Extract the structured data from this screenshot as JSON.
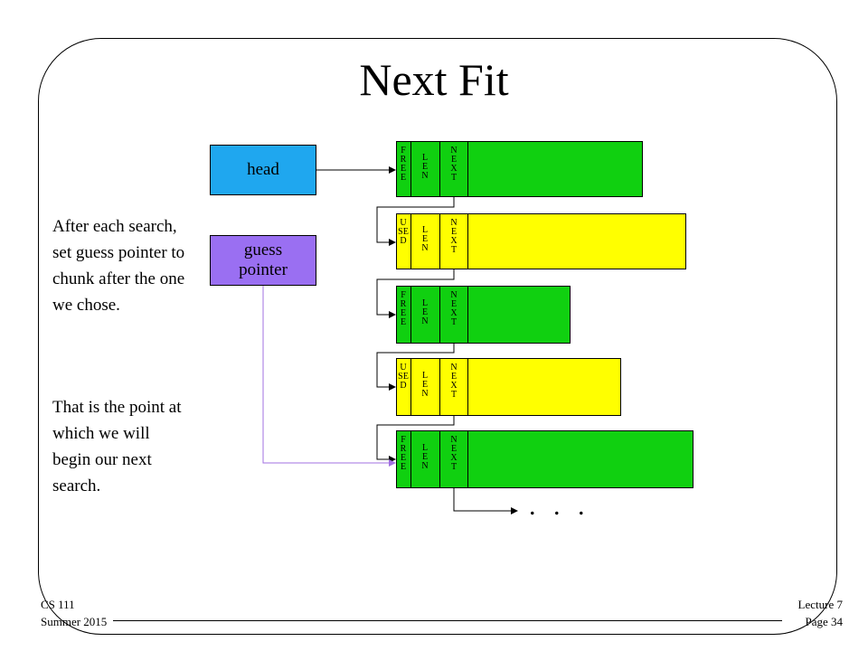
{
  "slide": {
    "title": "Next Fit",
    "head_label": "head",
    "guess_label": "guess pointer",
    "paragraph1": "After each search, set guess pointer to chunk after the one we chose.",
    "paragraph2": "That is the point at which we will begin our next search.",
    "ellipsis": ". . .",
    "footer_left": [
      "CS 111",
      "Summer 2015"
    ],
    "footer_right": [
      "Lecture 7",
      "Page 34"
    ]
  },
  "colors": {
    "free": "#10d010",
    "used": "#ffff00",
    "head": "#1fa7ef",
    "guess": "#9a6ff2",
    "arrow_guess": "#a070e0"
  },
  "chunks": [
    {
      "status": "FREE",
      "len": "LEN",
      "next": "NEXT"
    },
    {
      "status": "USED",
      "len": "LEN",
      "next": "NEXT"
    },
    {
      "status": "FREE",
      "len": "LEN",
      "next": "NEXT"
    },
    {
      "status": "USED",
      "len": "LEN",
      "next": "NEXT"
    },
    {
      "status": "FREE",
      "len": "LEN",
      "next": "NEXT"
    }
  ]
}
